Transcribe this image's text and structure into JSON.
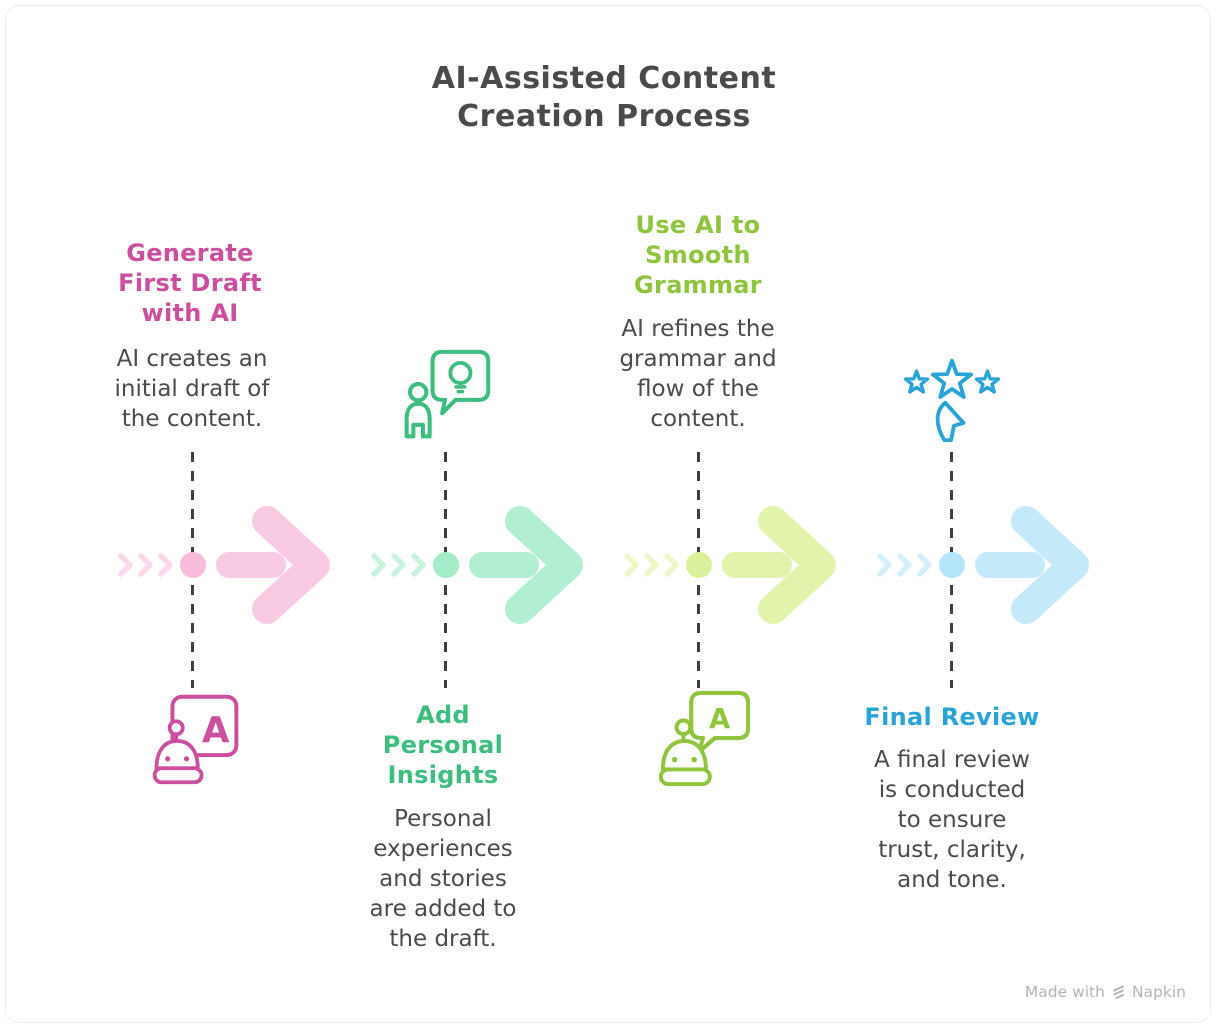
{
  "header": {
    "title": "AI-Assisted Content\nCreation Process"
  },
  "steps": [
    {
      "title": "Generate\nFirst Draft\nwith AI",
      "description": "AI creates an\ninitial draft of\nthe content.",
      "accent_color": "#cb4f9e",
      "icon": "robot-presentation-board-icon",
      "text_position": "top"
    },
    {
      "title": "Add\nPersonal\nInsights",
      "description": "Personal\nexperiences\nand stories\nare added to\nthe draft.",
      "accent_color": "#3dbd80",
      "icon": "person-idea-speech-bubble-icon",
      "text_position": "bottom"
    },
    {
      "title": "Use AI to\nSmooth\nGrammar",
      "description": "AI refines the\ngrammar and\nflow of the\ncontent.",
      "accent_color": "#8fc43c",
      "icon": "robot-speech-bubble-icon",
      "text_position": "top"
    },
    {
      "title": "Final Review",
      "description": "A final review\nis conducted\nto ensure\ntrust, clarity,\nand tone.",
      "accent_color": "#2aa4d8",
      "icon": "stars-rating-pointer-icon",
      "text_position": "bottom"
    }
  ],
  "flow_colors": {
    "arrow_pink": "#f9cbe3",
    "arrow_green": "#b2eed2",
    "arrow_yellow_green": "#e2f3ab",
    "arrow_blue": "#c4e9f9",
    "dashed_connector": "#3d3d3d",
    "body_text": "#4b4b4b"
  },
  "icon_glyphs": {
    "board_letter": "A",
    "bubble_letter": "A"
  },
  "footer": {
    "made_with_label": "Made with",
    "brand": "Napkin"
  }
}
